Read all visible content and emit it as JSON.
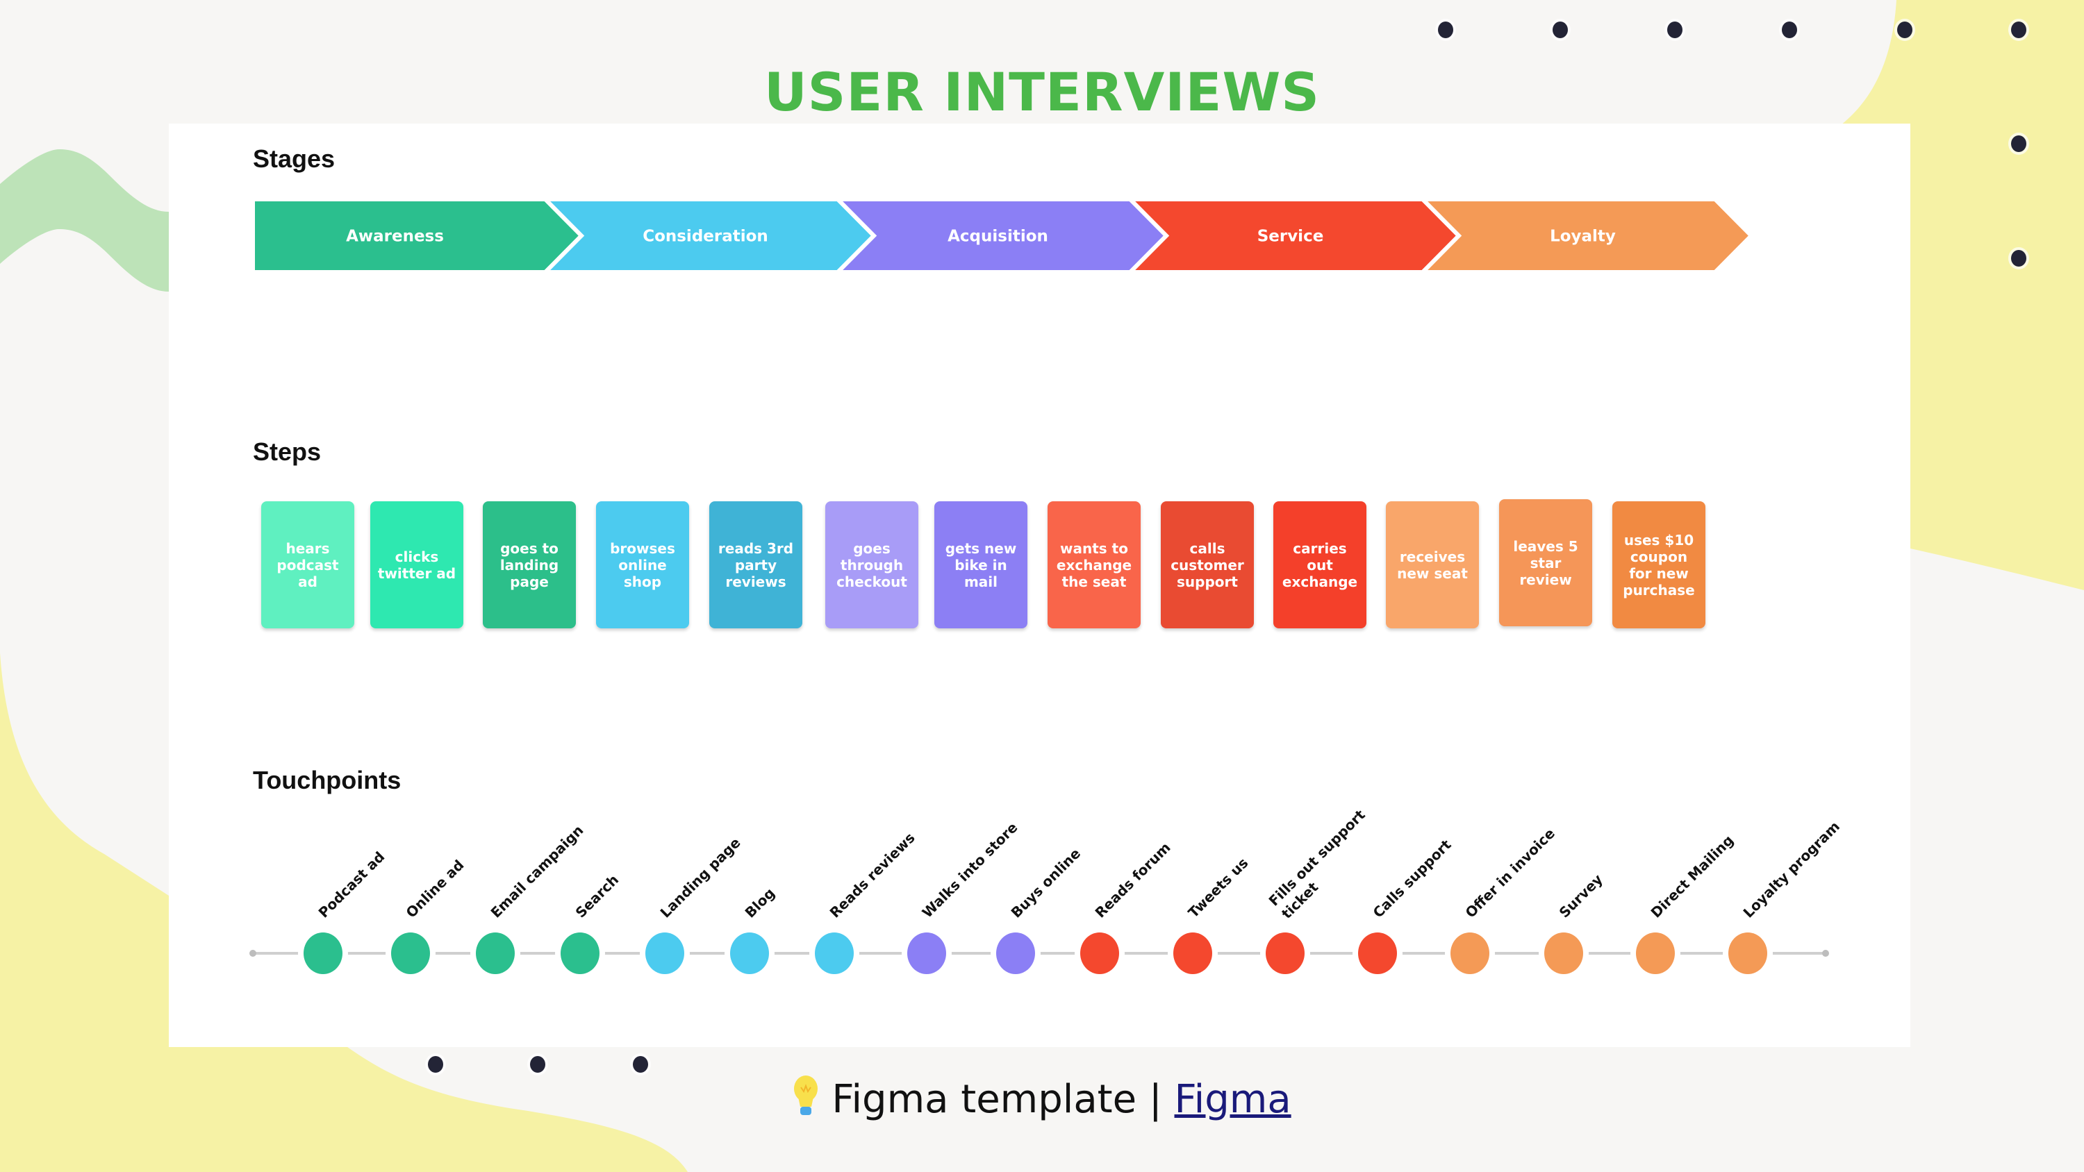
{
  "title": "USER INTERVIEWS",
  "colors": {
    "title": "#4bb84a",
    "background": "#f7f6f4",
    "panel": "#ffffff",
    "yellow_blob": "#f6f2a5",
    "green_blob": "#bde3b8",
    "dot": "#232436",
    "link": "#1a1a7a"
  },
  "sections": {
    "stages": "Stages",
    "steps": "Steps",
    "touchpoints": "Touchpoints"
  },
  "stages": [
    {
      "label": "Awareness",
      "color": "#2bbf8e"
    },
    {
      "label": "Consideration",
      "color": "#4ccbef"
    },
    {
      "label": "Acquisition",
      "color": "#8b7ff5"
    },
    {
      "label": "Service",
      "color": "#f4482e"
    },
    {
      "label": "Loyalty",
      "color": "#f49a56"
    }
  ],
  "steps": [
    {
      "label": "hears podcast ad",
      "color": "#5ff0c0"
    },
    {
      "label": "clicks twitter ad",
      "color": "#2ee8b0"
    },
    {
      "label": "goes to landing page",
      "color": "#2cbf8a"
    },
    {
      "label": "browses online shop",
      "color": "#4ccbef"
    },
    {
      "label": "reads 3rd party reviews",
      "color": "#3fb3d6"
    },
    {
      "label": "goes through checkout",
      "color": "#a89cf7"
    },
    {
      "label": "gets new bike in mail",
      "color": "#8c7ff4"
    },
    {
      "label": "wants to exchange the seat",
      "color": "#f9654a"
    },
    {
      "label": "calls customer support",
      "color": "#e94b32"
    },
    {
      "label": "carries out exchange",
      "color": "#f4402a"
    },
    {
      "label": "receives new seat",
      "color": "#f9a66a"
    },
    {
      "label": "leaves 5 star review",
      "color": "#f59658"
    },
    {
      "label": "uses $10 coupon for new purchase",
      "color": "#f18a42"
    }
  ],
  "touchpoints": [
    {
      "label": "Podcast ad",
      "stage": 0
    },
    {
      "label": "Online ad",
      "stage": 0
    },
    {
      "label": "Email campaign",
      "stage": 0
    },
    {
      "label": "Search",
      "stage": 0
    },
    {
      "label": "Landing page",
      "stage": 1
    },
    {
      "label": "Blog",
      "stage": 1
    },
    {
      "label": "Reads reviews",
      "stage": 1
    },
    {
      "label": "Walks into store",
      "stage": 2
    },
    {
      "label": "Buys online",
      "stage": 2
    },
    {
      "label": "Reads forum",
      "stage": 3
    },
    {
      "label": "Tweets us",
      "stage": 3
    },
    {
      "label": "Fills out support ticket",
      "stage": 3
    },
    {
      "label": "Calls support",
      "stage": 3
    },
    {
      "label": "Offer in invoice",
      "stage": 4
    },
    {
      "label": "Survey",
      "stage": 4
    },
    {
      "label": "Direct Mailing",
      "stage": 4
    },
    {
      "label": "Loyalty program",
      "stage": 4
    }
  ],
  "footer": {
    "icon": "lightbulb-icon",
    "text": "Figma template | ",
    "link_label": "Figma"
  }
}
